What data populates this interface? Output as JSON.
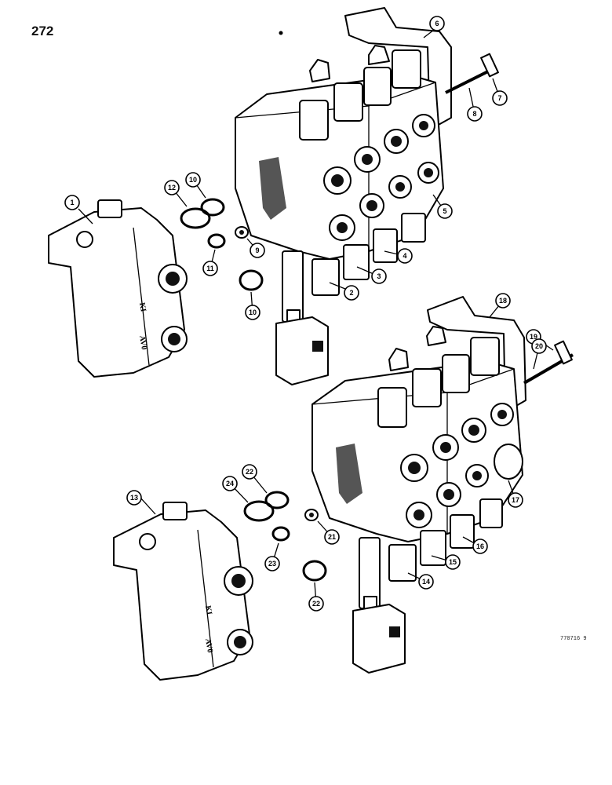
{
  "page": {
    "number": "272",
    "drawing_code": "770716 9"
  },
  "callouts": {
    "c1": "1",
    "c2": "2",
    "c3": "3",
    "c4": "4",
    "c5": "5",
    "c6": "6",
    "c7": "7",
    "c8": "8",
    "c9": "9",
    "c10a": "10",
    "c10b": "10",
    "c11": "11",
    "c12": "12",
    "c13": "13",
    "c14": "14",
    "c15": "15",
    "c16": "16",
    "c17": "17",
    "c18": "18",
    "c19": "19",
    "c20": "20",
    "c21": "21",
    "c22a": "22",
    "c22b": "22",
    "c23": "23",
    "c24": "24"
  },
  "castings": {
    "label_a": "KI",
    "label_b": "AV0"
  }
}
